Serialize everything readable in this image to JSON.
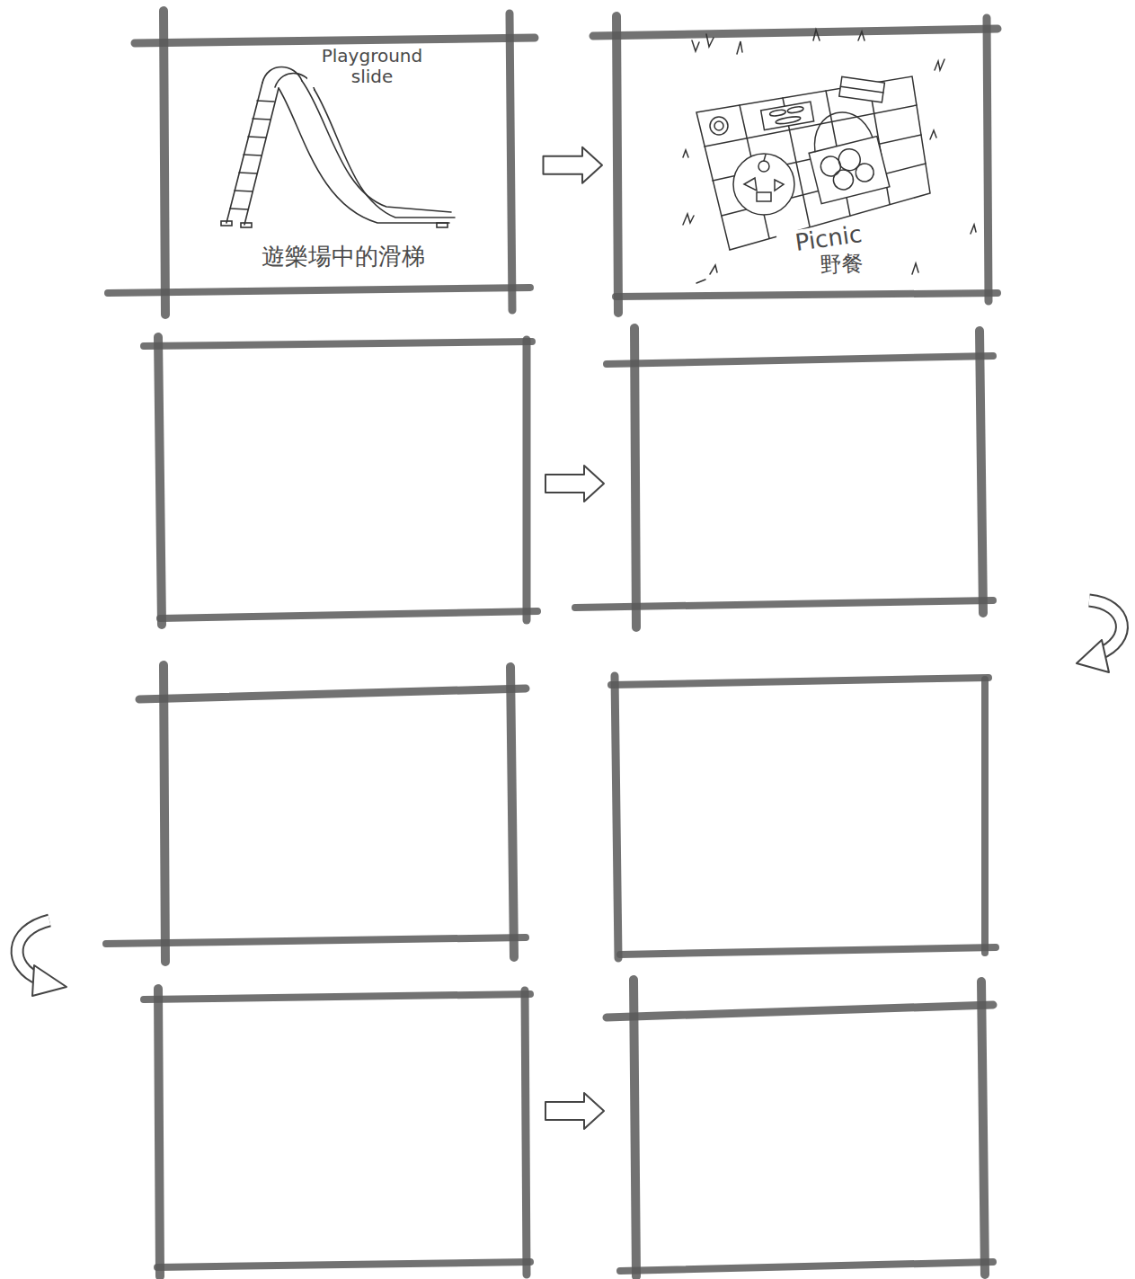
{
  "diagram": {
    "nodes": [
      {
        "text": [
          "Playground slide",
          "遊樂場中的滑梯"
        ]
      },
      {
        "text": [
          "Picnic",
          "野餐"
        ]
      }
    ],
    "edges": [
      {
        "from": 0,
        "to": 1,
        "arrow": "to"
      }
    ]
  }
}
